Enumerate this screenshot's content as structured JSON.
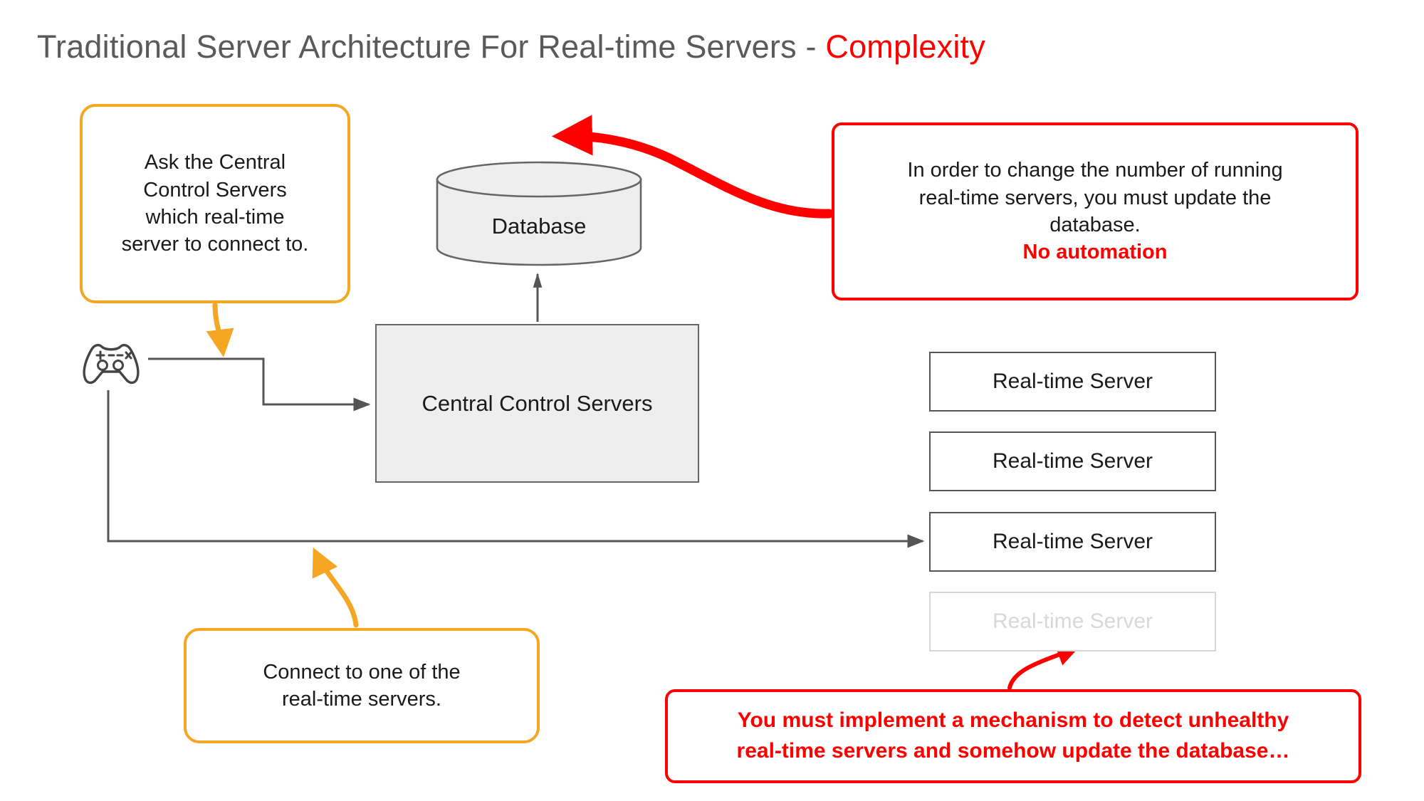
{
  "title": {
    "main": "Traditional Server Architecture For Real-time Servers - ",
    "accent": "Complexity"
  },
  "nodes": {
    "database": {
      "label": "Database",
      "icon": "database-cylinder-icon",
      "fill": "#eeeeee",
      "stroke": "#666666"
    },
    "central_control": {
      "label": "Central Control Servers",
      "fill": "#eeeeee",
      "stroke": "#666666"
    },
    "client": {
      "icon": "game-controller-icon",
      "stroke": "#444444"
    },
    "realtime_servers": [
      {
        "label": "Real-time Server",
        "state": "active"
      },
      {
        "label": "Real-time Server",
        "state": "active"
      },
      {
        "label": "Real-time Server",
        "state": "active"
      },
      {
        "label": "Real-time Server",
        "state": "faded"
      }
    ]
  },
  "callouts": {
    "ask": {
      "lines": [
        "Ask the Central",
        "Control Servers",
        "which real-time",
        "server to connect to."
      ],
      "border_color": "#f5a623"
    },
    "connect": {
      "lines": [
        "Connect to one of the",
        "real-time servers."
      ],
      "border_color": "#f5a623"
    },
    "db_update": {
      "lines": [
        "In order to change the number of running",
        "real-time servers, you must update the",
        "database."
      ],
      "emphasis": "No automation",
      "border_color": "#ff0000",
      "emphasis_color": "#ff0000"
    },
    "unhealthy": {
      "lines": [
        "You must implement a mechanism to detect unhealthy",
        "real-time servers and somehow update the database…"
      ],
      "border_color": "#ff0000",
      "text_color": "#ff0000"
    }
  },
  "connectors": [
    {
      "name": "client-to-central-control",
      "color": "#555555",
      "style": "orthogonal-arrow"
    },
    {
      "name": "central-control-to-database",
      "color": "#555555",
      "style": "straight-arrow"
    },
    {
      "name": "client-to-realtime-server",
      "color": "#555555",
      "style": "orthogonal-arrow"
    },
    {
      "name": "ask-callout-pointer",
      "color": "#f5a623",
      "style": "curved-arrow"
    },
    {
      "name": "connect-callout-pointer",
      "color": "#f5a623",
      "style": "curved-arrow"
    },
    {
      "name": "db-update-callout-pointer",
      "color": "#ff0000",
      "style": "thick-curved-arrow"
    },
    {
      "name": "unhealthy-callout-pointer",
      "color": "#ff0000",
      "style": "curved-arrow"
    }
  ],
  "palette": {
    "orange": "#f5a623",
    "red": "#ff0000",
    "gray_line": "#555555",
    "box_fill": "#eeeeee",
    "faded": "#d8d8d8",
    "title_gray": "#5a5a5a"
  }
}
